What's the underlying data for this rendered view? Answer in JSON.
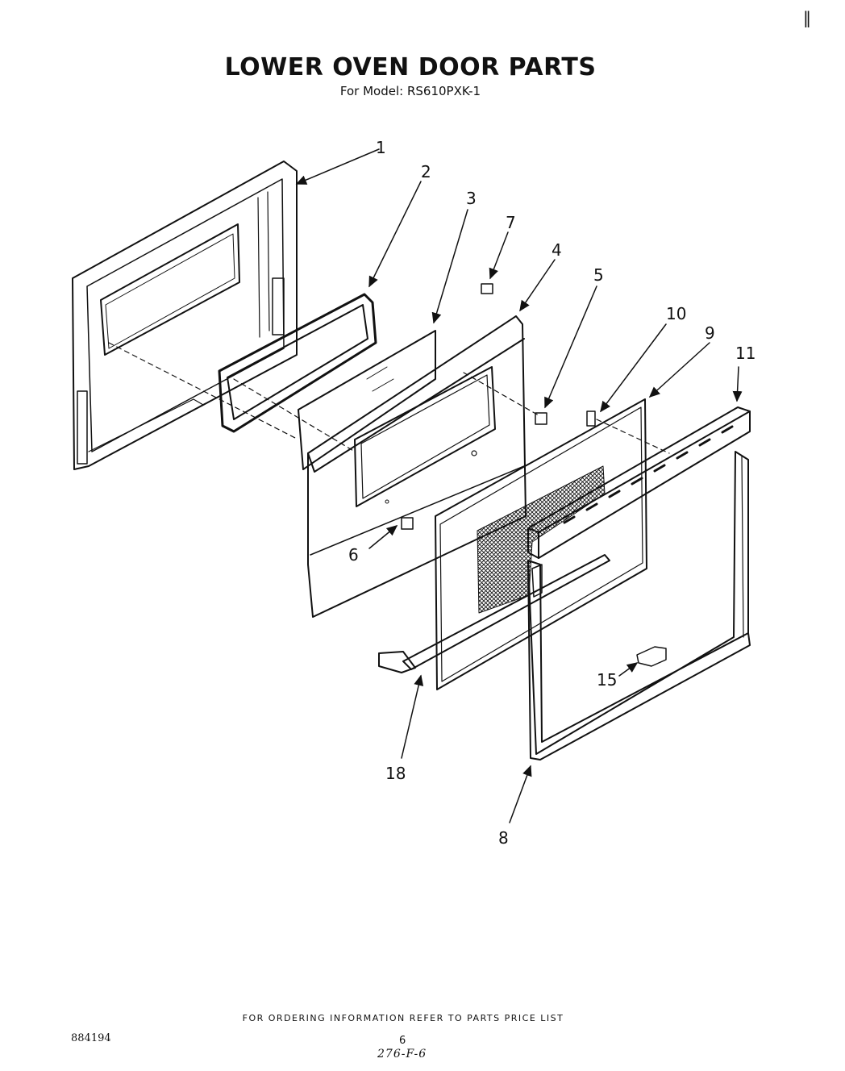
{
  "page": {
    "corner_mark": "‖",
    "title": "LOWER OVEN DOOR PARTS",
    "subtitle": "For Model: RS610PXK-1",
    "footer": "FOR ORDERING INFORMATION REFER TO PARTS PRICE LIST",
    "doc_number": "884194",
    "page_number": "6",
    "handwritten_note": "276-F-6"
  },
  "callouts": {
    "c1": "1",
    "c2": "2",
    "c3": "3",
    "c4": "4",
    "c5": "5",
    "c6": "6",
    "c7": "7",
    "c8": "8",
    "c9": "9",
    "c10": "10",
    "c11": "11",
    "c15": "15",
    "c18": "18"
  }
}
